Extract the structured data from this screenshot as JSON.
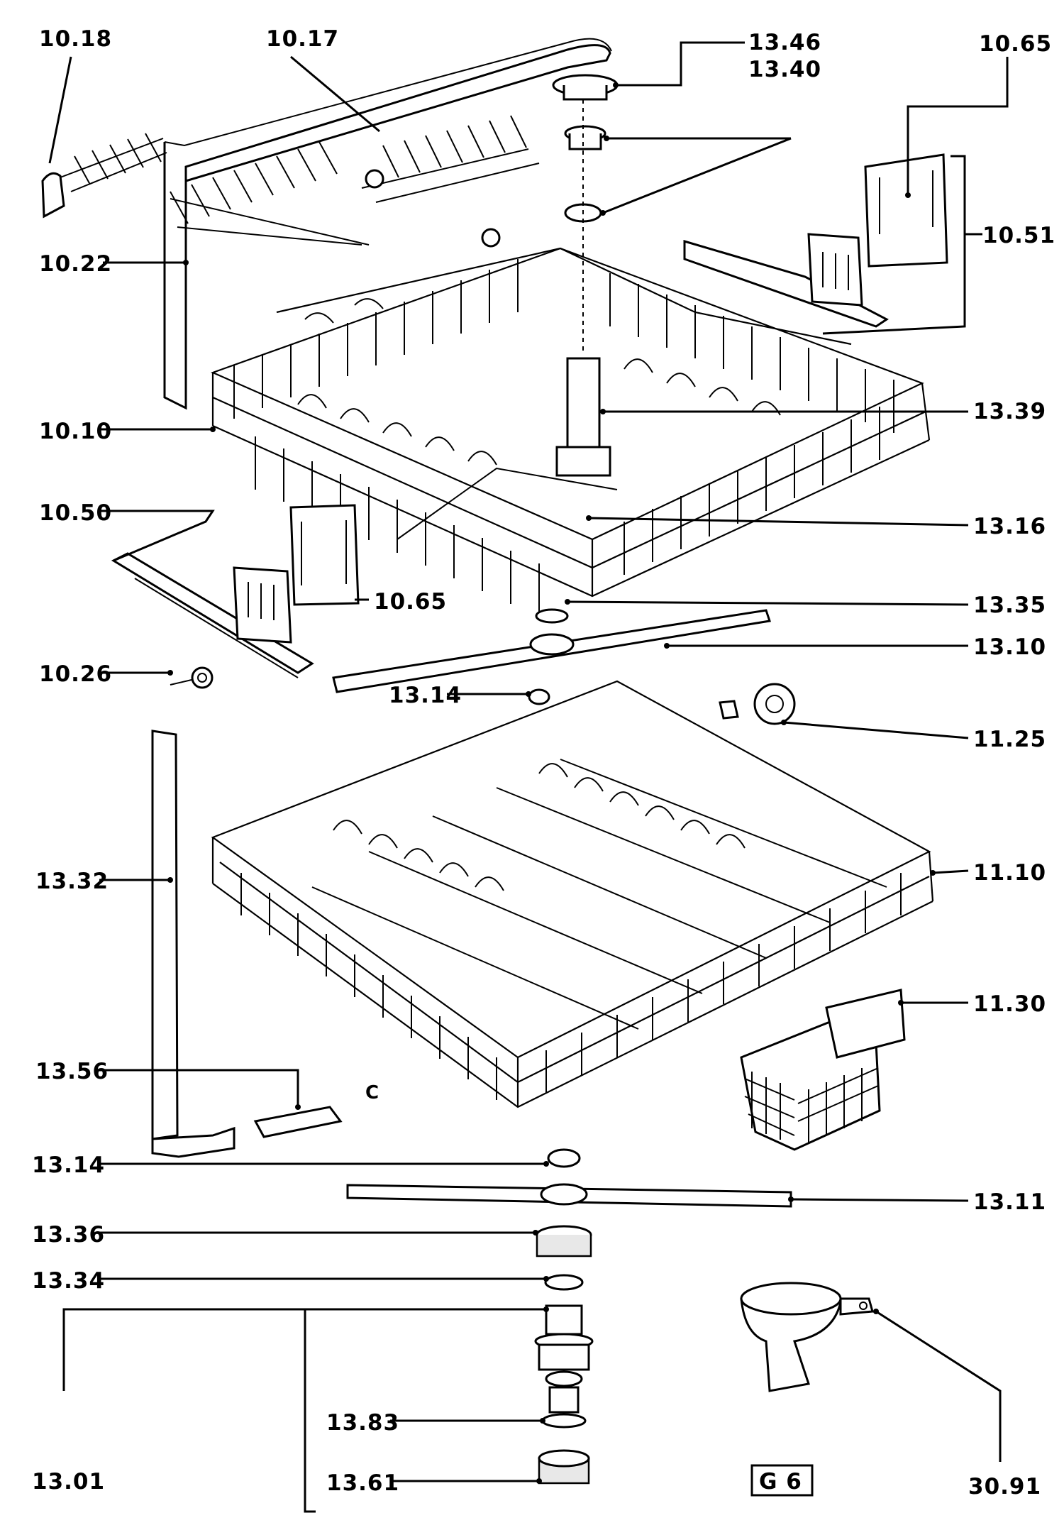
{
  "labels": {
    "l_10_18": "10.18",
    "l_10_17": "10.17",
    "l_13_46": "13.46",
    "l_13_40": "13.40",
    "l_10_65_top": "10.65",
    "l_10_51": "10.51",
    "l_10_22": "10.22",
    "l_13_39": "13.39",
    "l_10_10": "10.10",
    "l_13_16": "13.16",
    "l_10_50": "10.50",
    "l_10_65_mid": "10.65",
    "l_13_35": "13.35",
    "l_13_10": "13.10",
    "l_10_26": "10.26",
    "l_13_14_upper": "13.14",
    "l_11_25": "11.25",
    "l_13_32": "13.32",
    "l_11_10": "11.10",
    "l_11_30": "11.30",
    "l_13_56": "13.56",
    "l_c": "C",
    "l_13_14_lower": "13.14",
    "l_13_11": "13.11",
    "l_13_36": "13.36",
    "l_13_34": "13.34",
    "l_13_83": "13.83",
    "l_13_01": "13.01",
    "l_13_61": "13.61",
    "l_g6": "G 6",
    "l_30_91": "30.91"
  }
}
